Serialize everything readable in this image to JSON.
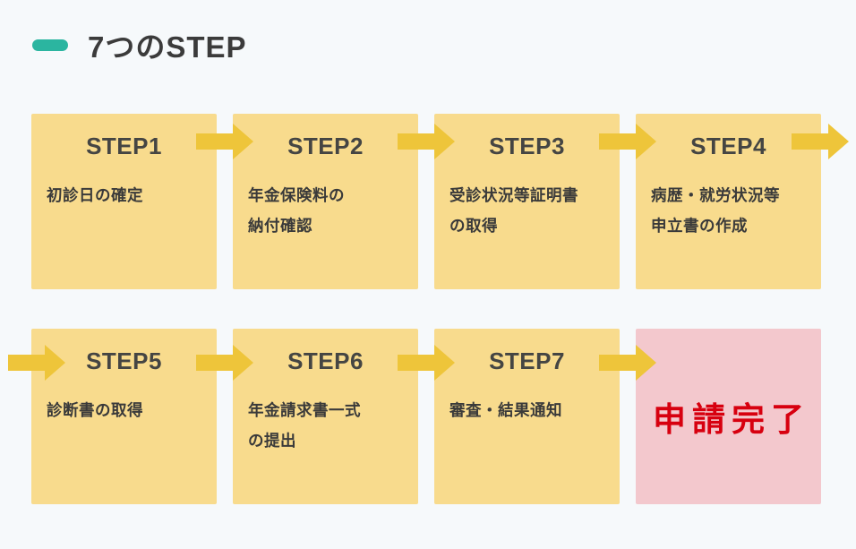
{
  "title": {
    "text": "7つのSTEP",
    "marker": "teal-dash-icon"
  },
  "colors": {
    "bg": "#f6f9fb",
    "accent-teal": "#2bb5a0",
    "box-yellow": "#f8db8d",
    "arrow-gold": "#eec53a",
    "final-pink": "#f3c8cd",
    "final-red": "#d7000f",
    "text-dark": "#3d3d3d"
  },
  "steps": [
    {
      "label": "STEP1",
      "lines": [
        "初診日の確定"
      ]
    },
    {
      "label": "STEP2",
      "lines": [
        "年金保険料の",
        "納付確認"
      ]
    },
    {
      "label": "STEP3",
      "lines": [
        "受診状況等証明書",
        "の取得"
      ]
    },
    {
      "label": "STEP4",
      "lines": [
        "病歴・就労状況等",
        "申立書の作成"
      ]
    },
    {
      "label": "STEP5",
      "lines": [
        "診断書の取得"
      ]
    },
    {
      "label": "STEP6",
      "lines": [
        "年金請求書一式",
        "の提出"
      ]
    },
    {
      "label": "STEP7",
      "lines": [
        "審査・結果通知"
      ]
    }
  ],
  "final": {
    "text": "申請完了"
  },
  "icons": {
    "arrow": "right-arrow-icon"
  }
}
